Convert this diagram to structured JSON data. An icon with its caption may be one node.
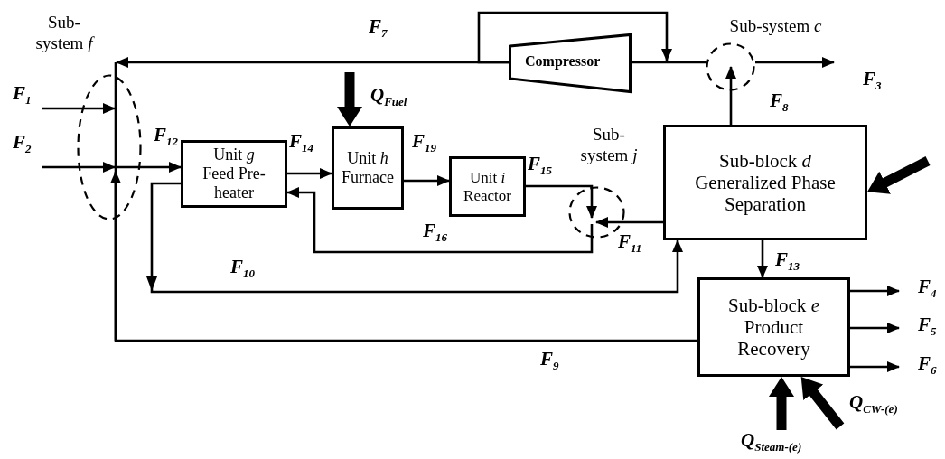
{
  "diagram": {
    "nodes": [
      {
        "text": [
          "Sub- system *f*"
        ]
      },
      {
        "text": [
          "Compressor"
        ]
      },
      {
        "text": [
          "Sub-system *c*"
        ]
      },
      {
        "text": [
          "Unit *g*",
          "Feed Pre- heater"
        ]
      },
      {
        "text": [
          "Unit *h*",
          "Furnace"
        ]
      },
      {
        "text": [
          "Unit *i*",
          "Reactor"
        ]
      },
      {
        "text": [
          "Sub- system *j*"
        ]
      },
      {
        "text": [
          "Sub-block *d*",
          "Generalized Phase Separation"
        ]
      },
      {
        "text": [
          "Sub-block *e*",
          "Product Recovery"
        ]
      }
    ],
    "edges": [
      {
        "from": null,
        "to": 0,
        "arrow": "to",
        "label": "F$_{1}$"
      },
      {
        "from": null,
        "to": 0,
        "arrow": "to",
        "label": "F$_{2}$"
      },
      {
        "from": 1,
        "to": 0,
        "arrow": "to",
        "label": "F$_{7}$"
      },
      {
        "from": 1,
        "to": null,
        "arrow": "to"
      },
      {
        "from": 1,
        "to": 2,
        "arrow": "none"
      },
      {
        "from": 7,
        "to": 2,
        "arrow": "to",
        "label": "F$_{8}$"
      },
      {
        "from": 2,
        "to": null,
        "arrow": "to",
        "label": "F$_{3}$"
      },
      {
        "from": 0,
        "to": 3,
        "arrow": "to",
        "label": "F$_{12}$"
      },
      {
        "from": 3,
        "to": 4,
        "arrow": "to",
        "label": "F$_{14}$"
      },
      {
        "from": 4,
        "to": 5,
        "arrow": "to",
        "label": "F$_{19}$"
      },
      {
        "from": 5,
        "to": 6,
        "arrow": "to",
        "label": "F$_{15}$"
      },
      {
        "from": 7,
        "to": 6,
        "arrow": "to",
        "label": "F$_{11}$"
      },
      {
        "from": 6,
        "to": 3,
        "arrow": "to",
        "label": "F$_{16}$"
      },
      {
        "from": 3,
        "to": 7,
        "arrow": "to",
        "label": "F$_{10}$"
      },
      {
        "from": 8,
        "to": 0,
        "arrow": "to",
        "label": "F$_{9}$"
      },
      {
        "from": 7,
        "to": 8,
        "arrow": "to",
        "label": "F$_{13}$"
      },
      {
        "from": 8,
        "to": null,
        "arrow": "to",
        "label": "F$_{4}$"
      },
      {
        "from": 8,
        "to": null,
        "arrow": "to",
        "label": "F$_{5}$"
      },
      {
        "from": 8,
        "to": null,
        "arrow": "to",
        "label": "F$_{6}$"
      },
      {
        "from": null,
        "to": 4,
        "arrow": "to",
        "style": "thick",
        "label": "Q$_{Fuel}$"
      },
      {
        "from": null,
        "to": 8,
        "arrow": "to",
        "style": "thick",
        "label": "Q$_{Steam-(e)}$"
      },
      {
        "from": null,
        "to": 8,
        "arrow": "to",
        "style": "thick",
        "label": "Q$_{CW-(e)}$"
      },
      {
        "from": null,
        "to": 7,
        "arrow": "to",
        "style": "thick"
      }
    ]
  }
}
